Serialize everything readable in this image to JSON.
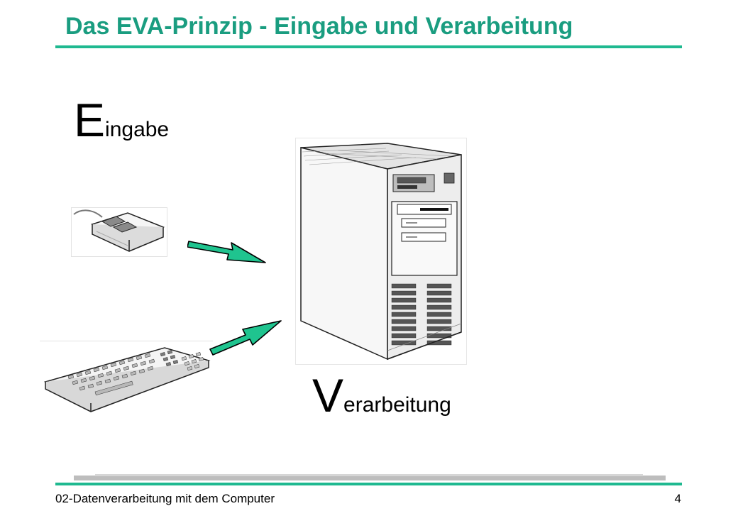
{
  "slide": {
    "title": "Das EVA-Prinzip - Eingabe und Verarbeitung",
    "eingabe": {
      "initial": "E",
      "rest": "ingabe"
    },
    "verarbeitung": {
      "initial": "V",
      "rest": "erarbeitung"
    },
    "footer": "02-Datenverarbeitung mit dem Computer",
    "page_number": "4"
  },
  "colors": {
    "accent": "#1fb990",
    "title": "#1a9d80",
    "arrow_fill": "#1fc48f",
    "footer_bar": "#bdbdbd"
  },
  "illustrations": [
    "mouse-illustration",
    "keyboard-illustration",
    "computer-tower-illustration"
  ]
}
